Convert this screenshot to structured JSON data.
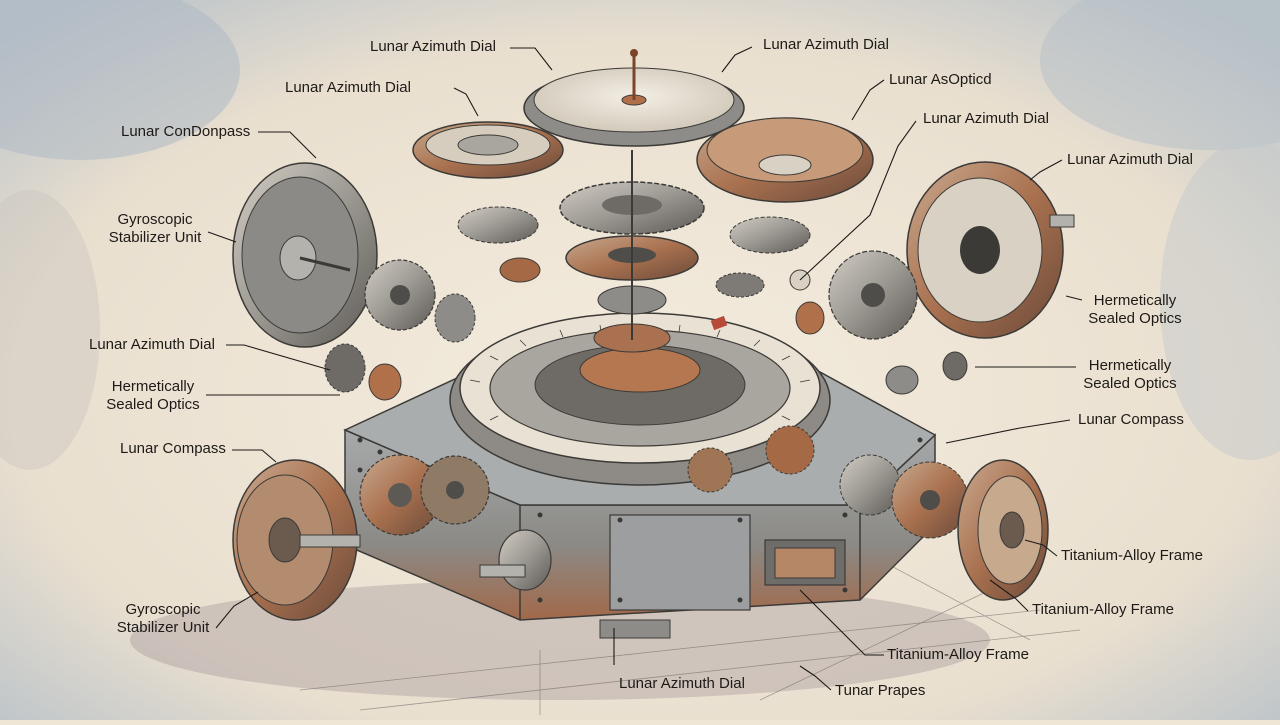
{
  "labels": {
    "l1": "Lunar Azimuth Dial",
    "l2": "Lunar Azimuth Dial",
    "l3": "Lunar Azimuth Dial",
    "l4": "Lunar AsOpticd",
    "l5": "Lunar Azimuth Dial",
    "l6": "Lunar ConDonpass",
    "l7": "Lunar Azimuth Dial",
    "l8a": "Gyroscopic",
    "l8b": "Stabilizer Unit",
    "l9a": "Hermetically",
    "l9b": "Sealed Optics",
    "l10": "Lunar Azimuth Dial",
    "l11a": "Hermetically",
    "l11b": "Sealed Optics",
    "l12a": "Hermetically",
    "l12b": "Sealed Optics",
    "l13": "Lunar Compass",
    "l14": "Lunar Compass",
    "l15": "Titanium-Alloy Frame",
    "l16a": "Gyroscopic",
    "l16b": "Stabilizer Unit",
    "l17": "Titanium-Alloy Frame",
    "l18": "Titanium-Alloy Frame",
    "l19": "Lunar Azimuth Dial",
    "l20": "Tunar Prapes"
  },
  "colors": {
    "paper": "#efe6d6",
    "metal_light": "#c9c4bb",
    "metal_mid": "#8d8c88",
    "metal_dark": "#4f4d4a",
    "rust": "#b0704a",
    "rust_dark": "#7a452a",
    "dial_face": "#ece6da",
    "ink": "#1d1a17"
  }
}
